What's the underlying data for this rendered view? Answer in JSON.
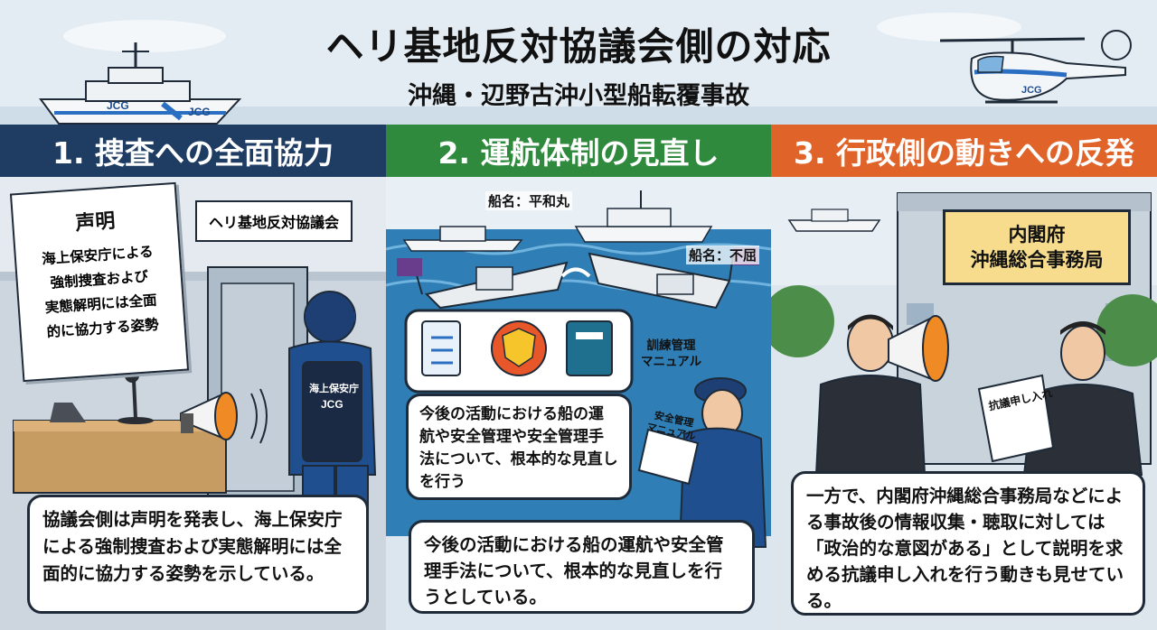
{
  "header": {
    "title": "ヘリ基地反対協議会側の対応",
    "subtitle": "沖縄・辺野古沖小型船転覆事故"
  },
  "colors": {
    "sky": "#dfe9f1",
    "section1": "#1f3d63",
    "section2": "#2f8a3e",
    "section3": "#e0642a",
    "outline": "#1e2a38"
  },
  "illustration": {
    "ship_label": "JCG",
    "helicopter_label": "JCG",
    "vest_label_line1": "海上保安庁",
    "vest_label_line2": "JCG"
  },
  "sections": [
    {
      "heading": "1. 捜査への全面協力",
      "statement_title": "声明",
      "statement_lines": [
        "海上保安庁による",
        "強制捜査および",
        "実態解明には全面",
        "的に協力する姿勢"
      ],
      "office_sign": "ヘリ基地反対協議会",
      "caption": "協議会側は声明を発表し、海上保安庁による強制捜査および実態解明には全面的に協力する姿勢を示している。"
    },
    {
      "heading": "2. 運航体制の見直し",
      "ship1_label": "船名：平和丸",
      "ship2_label": "船名：不屈",
      "manual_label_line1": "訓練管理",
      "manual_label_line2": "マニュアル",
      "manual_cover_line1": "安全管理",
      "manual_cover_line2": "マニュアル",
      "plan_text": "今後の活動における船の運航や安全管理や安全管理手法について、根本的な見直しを行う",
      "caption": "今後の活動における船の運航や安全管理手法について、根本的な見直しを行うとしている。"
    },
    {
      "heading": "3. 行政側の動きへの反発",
      "building_sign_line1": "内閣府",
      "building_sign_line2": "沖縄総合事務局",
      "protest_paper": "抗議申し入れ",
      "caption": "一方で、内閣府沖縄総合事務局などによる事故後の情報収集・聴取に対しては「政治的な意図がある」として説明を求める抗議申し入れを行う動きも見せている。"
    }
  ]
}
